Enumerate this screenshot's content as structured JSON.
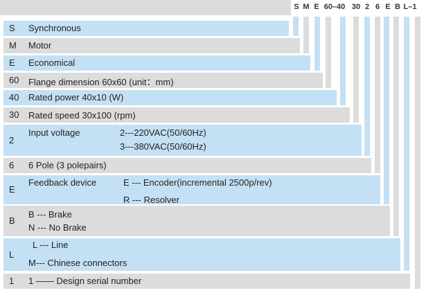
{
  "header": {
    "codes": [
      "S",
      "M",
      "E",
      "60–40",
      "30",
      "2",
      "6",
      "E",
      "B",
      "L–1"
    ]
  },
  "rows": [
    {
      "code": "S",
      "lines": [
        {
          "text": "Synchronous"
        }
      ]
    },
    {
      "code": "M",
      "lines": [
        {
          "text": "Motor"
        }
      ]
    },
    {
      "code": "E",
      "lines": [
        {
          "text": "Economical"
        }
      ]
    },
    {
      "code": "60",
      "lines": [
        {
          "text": "Flange dimension  60x60 (unit：mm)"
        }
      ]
    },
    {
      "code": "40",
      "lines": [
        {
          "text": "Rated power   40x10  (W)"
        }
      ]
    },
    {
      "code": "30",
      "lines": [
        {
          "text": "Rated speed   30x100 (rpm)"
        }
      ]
    },
    {
      "code": "2",
      "lines": [
        {
          "text": "Input voltage"
        },
        {
          "text": "2---220VAC(50/60Hz)"
        },
        {
          "text": "3---380VAC(50/60Hz)"
        }
      ]
    },
    {
      "code": "6",
      "lines": [
        {
          "text": "6  Pole (3 polepairs)"
        }
      ]
    },
    {
      "code": "E",
      "lines": [
        {
          "text": "Feedback device"
        },
        {
          "text": "E --- Encoder(incremental 2500p/rev)"
        },
        {
          "text": "R --- Resolver"
        }
      ]
    },
    {
      "code": "B",
      "lines": [
        {
          "text": "B --- Brake"
        },
        {
          "text": "N --- No Brake"
        }
      ]
    },
    {
      "code": "L",
      "lines": [
        {
          "text": "L --- Line"
        },
        {
          "text": "M--- Chinese connectors"
        }
      ]
    },
    {
      "code": "1",
      "lines": [
        {
          "text": "1  —— Design serial number"
        }
      ]
    }
  ],
  "colors": {
    "blue": "#c4e0f4",
    "gray": "#dcdcdc"
  }
}
